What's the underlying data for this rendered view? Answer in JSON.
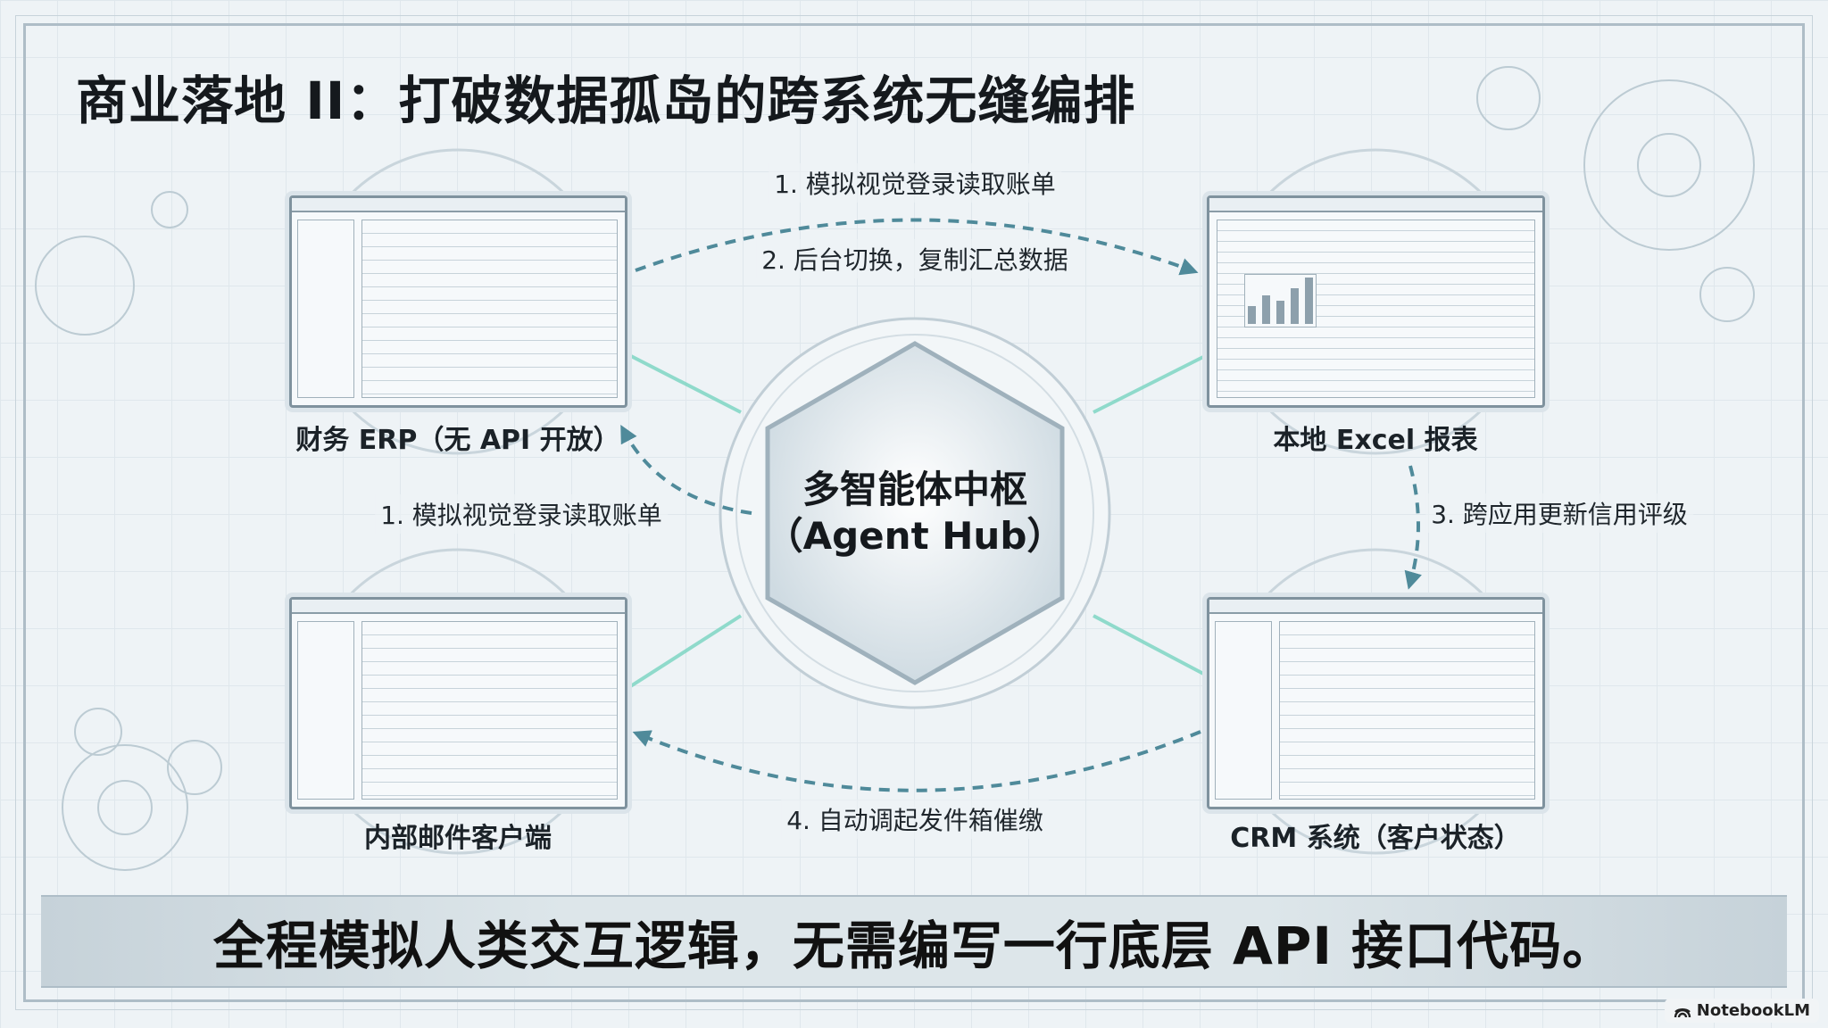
{
  "title": "商业落地 II：打破数据孤岛的跨系统无缝编排",
  "hub": {
    "line1": "多智能体中枢",
    "line2": "（Agent Hub）"
  },
  "nodes": {
    "erp": "财务 ERP（无 API 开放）",
    "excel": "本地 Excel 报表",
    "mail": "内部邮件客户端",
    "crm": "CRM 系统（客户状态）"
  },
  "steps": {
    "top1": "1. 模拟视觉登录读取账单",
    "top2": "2. 后台切换，复制汇总数据",
    "left1": "1. 模拟视觉登录读取账单",
    "right3": "3. 跨应用更新信用评级",
    "bottom4": "4. 自动调起发件箱催缴"
  },
  "banner": "全程模拟人类交互逻辑，无需编写一行底层 API 接口代码。",
  "badge": "NotebookLM",
  "colors": {
    "arrow": "#4f8a9a",
    "glow": "#7fd6c4",
    "frame": "#aebdc7"
  }
}
